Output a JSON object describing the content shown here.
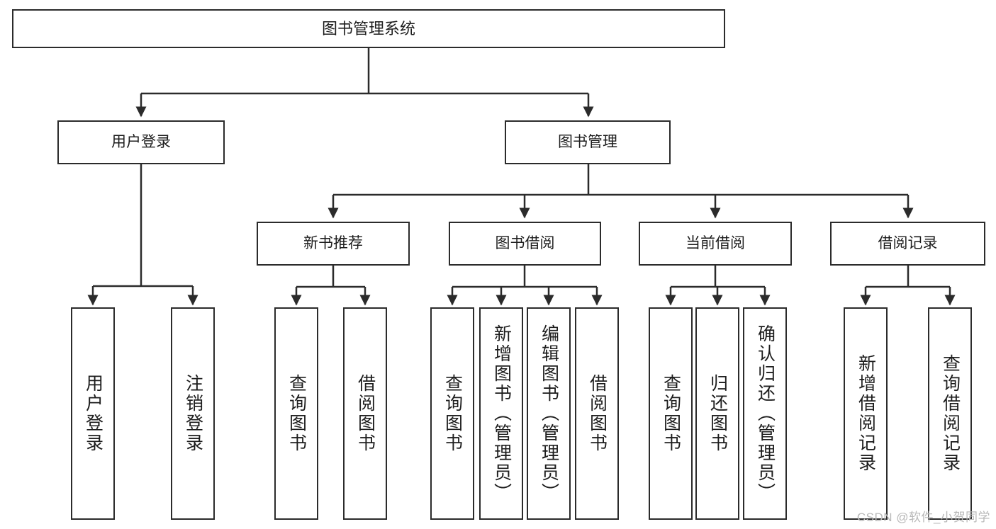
{
  "diagram": {
    "title": "图书管理系统",
    "type": "tree-hierarchy",
    "watermark": "CSDN @软件_小贺同学",
    "colors": {
      "stroke": "#2b2b2b",
      "fill": "#ffffff",
      "text": "#1d1d1d",
      "watermark": "#b8b8b8"
    },
    "nodes": {
      "root": {
        "label": "图书管理系统"
      },
      "level2": [
        {
          "label": "用户登录"
        },
        {
          "label": "图书管理"
        }
      ],
      "level3": [
        {
          "label": "新书推荐"
        },
        {
          "label": "图书借阅"
        },
        {
          "label": "当前借阅"
        },
        {
          "label": "借阅记录"
        }
      ],
      "leaves": {
        "user_login": [
          {
            "label": "用户登录"
          },
          {
            "label": "注销登录"
          }
        ],
        "new_book_recommend": [
          {
            "label": "查询图书"
          },
          {
            "label": "借阅图书"
          }
        ],
        "book_borrow": [
          {
            "label": "查询图书"
          },
          {
            "label": "新增图书（管理员）"
          },
          {
            "label": "编辑图书（管理员）"
          },
          {
            "label": "借阅图书"
          }
        ],
        "current_borrow": [
          {
            "label": "查询图书"
          },
          {
            "label": "归还图书"
          },
          {
            "label": "确认归还（管理员）"
          }
        ],
        "borrow_record": [
          {
            "label": "新增借阅记录"
          },
          {
            "label": "查询借阅记录"
          }
        ]
      }
    }
  }
}
